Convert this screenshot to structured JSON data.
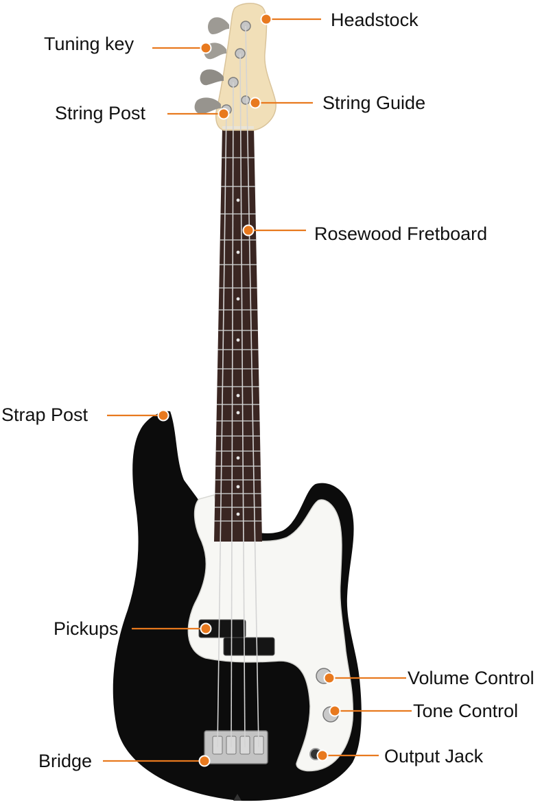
{
  "colors": {
    "leader": "#E8791E",
    "body": "#0c0c0c",
    "pickguard": "#f7f7f4",
    "headstock": "#f1dfb8",
    "fretboard": "#3a2622",
    "chrome": "#b9b9b9"
  },
  "labels": {
    "headstock": "Headstock",
    "tuning_key": "Tuning key",
    "string_guide": "String Guide",
    "string_post": "String Post",
    "fretboard": "Rosewood Fretboard",
    "strap_post": "Strap Post",
    "pickups": "Pickups",
    "volume": "Volume Control",
    "tone": "Tone Control",
    "bridge": "Bridge",
    "output_jack": "Output Jack"
  }
}
